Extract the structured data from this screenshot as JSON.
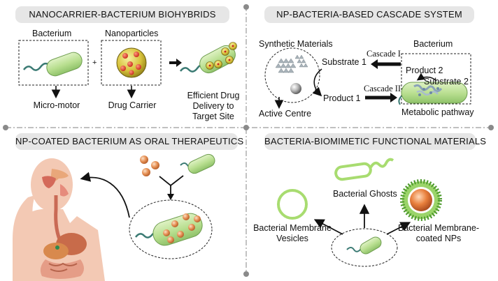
{
  "panels": {
    "top_left": {
      "title": "NANOCARRIER-BACTERIUM BIOHYBRIDS",
      "bacterium_label": "Bacterium",
      "nanoparticles_label": "Nanoparticles",
      "plus": "+",
      "micro_motor": "Micro-motor",
      "drug_carrier": "Drug Carrier",
      "efficient_line1": "Efficient Drug",
      "efficient_line2": "Delivery to",
      "efficient_line3": "Target Site"
    },
    "top_right": {
      "title": "NP-BACTERIA-BASED CASCADE SYSTEM",
      "synthetic_materials": "Synthetic Materials",
      "bacterium_label": "Bacterium",
      "cascade_1": "Cascade I",
      "cascade_2": "Cascade II",
      "substrate_1": "Substrate 1",
      "product_1": "Product 1",
      "product_2": "Product 2",
      "substrate_2": "Substrate 2",
      "active_centre": "Active Centre",
      "metabolic_pathway": "Metabolic pathway"
    },
    "bottom_left": {
      "title": "NP-COATED BACTERIUM AS ORAL THERAPEUTICS"
    },
    "bottom_right": {
      "title": "BACTERIA-BIOMIMETIC FUNCTIONAL MATERIALS",
      "ghosts": "Bacterial Ghosts",
      "vesicles_line1": "Bacterial Membrane",
      "vesicles_line2": "Vesicles",
      "coated_line1": "Bacterial Membrane-",
      "coated_line2": "coated NPs"
    }
  },
  "colors": {
    "bacterium_fill": "#bfe39a",
    "flagellum": "#3a7a73",
    "nanoparticle": "#e0925a",
    "title_bg": "#e6e6e6",
    "divider": "#9a9a9a"
  }
}
